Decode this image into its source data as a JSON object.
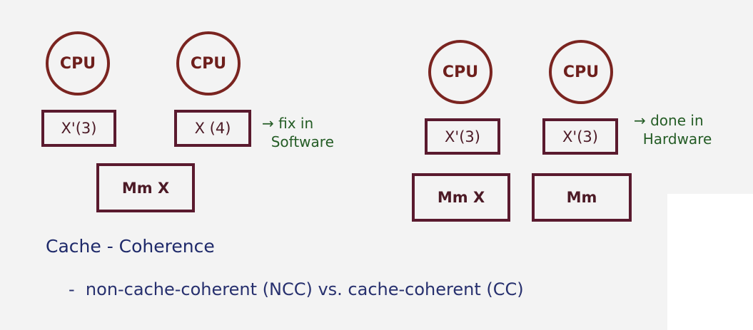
{
  "left_system": {
    "cpus": [
      "CPU",
      "CPU"
    ],
    "caches": [
      "X'(3)",
      "X (4)"
    ],
    "memory": "Mm X",
    "note": "→ fix in\n  Software"
  },
  "right_system": {
    "cpus": [
      "CPU",
      "CPU"
    ],
    "caches": [
      "X'(3)",
      "X'(3)"
    ],
    "memories": [
      "Mm X",
      "Mm"
    ],
    "note": "→ done in\n  Hardware"
  },
  "heading": "Cache - Coherence",
  "bullet": "-  non-cache-coherent (NCC) vs. cache-coherent (CC)",
  "colors": {
    "cpu_border": "#7a2420",
    "box_border": "#5a1a2e",
    "note_text": "#245c25",
    "heading_text": "#1f2a6a"
  }
}
